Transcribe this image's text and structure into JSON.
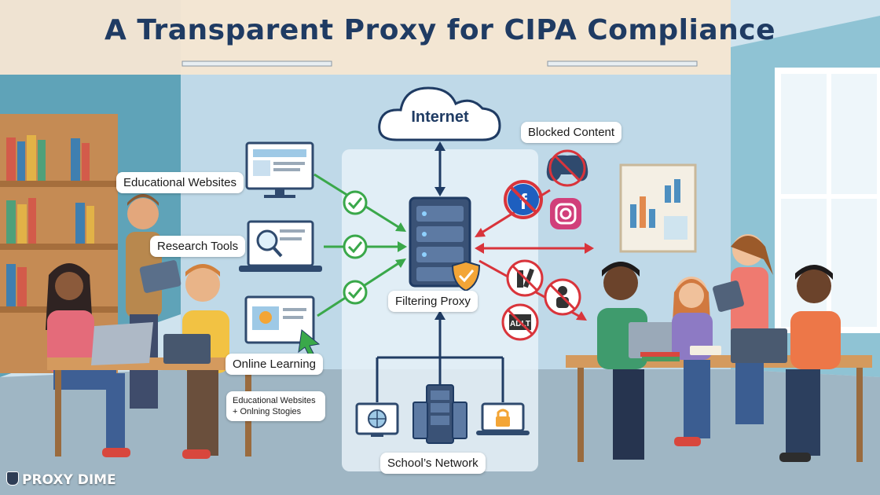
{
  "title": "A Transparent Proxy for CIPA Compliance",
  "internet_label": "Internet",
  "blocked_label": "Blocked Content",
  "proxy_label": "Filtering Proxy",
  "network_label": "School’s Network",
  "allowed_items": [
    {
      "label": "Educational Websites",
      "icon": "monitor-website-icon"
    },
    {
      "label": "Research Tools",
      "icon": "laptop-magnifier-icon"
    },
    {
      "label": "Online Learning",
      "icon": "online-course-icon"
    }
  ],
  "note_label_line1": "Educational Websites",
  "note_label_line2": "+ Onlning Stogies",
  "blocked_icons": [
    "blocked-game-controller-icon",
    "blocked-facebook-icon",
    "instagram-icon",
    "blocked-weapons-icon",
    "blocked-person-icon",
    "blocked-adult-icon"
  ],
  "blocked_adult_text": "ADLT",
  "brand": "PROXY DIME",
  "colors": {
    "allowed": "#3aa84a",
    "blocked": "#d9343b",
    "title": "#1f3b63",
    "link": "#1f3b63"
  }
}
